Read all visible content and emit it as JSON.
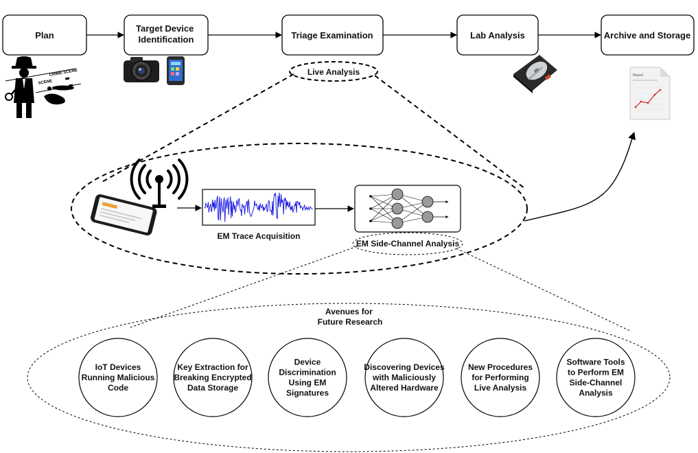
{
  "stages": [
    {
      "id": "plan",
      "lines": [
        "Plan"
      ]
    },
    {
      "id": "target",
      "lines": [
        "Target Device",
        "Identification"
      ]
    },
    {
      "id": "triage",
      "lines": [
        "Triage Examination"
      ]
    },
    {
      "id": "lab",
      "lines": [
        "Lab Analysis"
      ]
    },
    {
      "id": "archive",
      "lines": [
        "Archive and Storage"
      ]
    }
  ],
  "live_analysis": {
    "label": "Live Analysis"
  },
  "em_trace": {
    "label": "EM Trace Acquisition"
  },
  "em_sca": {
    "label": "EM Side-Channel Analysis"
  },
  "future": {
    "lines": [
      "Avenues for",
      "Future Research"
    ]
  },
  "avenues": [
    {
      "lines": [
        "IoT Devices",
        "Running Malicious",
        "Code"
      ]
    },
    {
      "lines": [
        "Key Extraction for",
        "Breaking Encrypted",
        "Data Storage"
      ]
    },
    {
      "lines": [
        "Device",
        "Discrimination",
        "Using EM",
        "Signatures"
      ]
    },
    {
      "lines": [
        "Discovering Devices",
        "with Maliciously",
        "Altered Hardware"
      ]
    },
    {
      "lines": [
        "New Procedures",
        "for Performing",
        "Live Analysis"
      ]
    },
    {
      "lines": [
        "Software Tools",
        "to Perform EM",
        "Side-Channel",
        "Analysis"
      ]
    }
  ],
  "images": {
    "crime_scene": {
      "text_left": "SCENE",
      "text_right": "CRIME SCENE"
    },
    "report": {
      "title": "Report"
    }
  },
  "colors": {
    "line": "#000000",
    "waveform": "#1f1fe0",
    "chart_line": "#d62020"
  }
}
